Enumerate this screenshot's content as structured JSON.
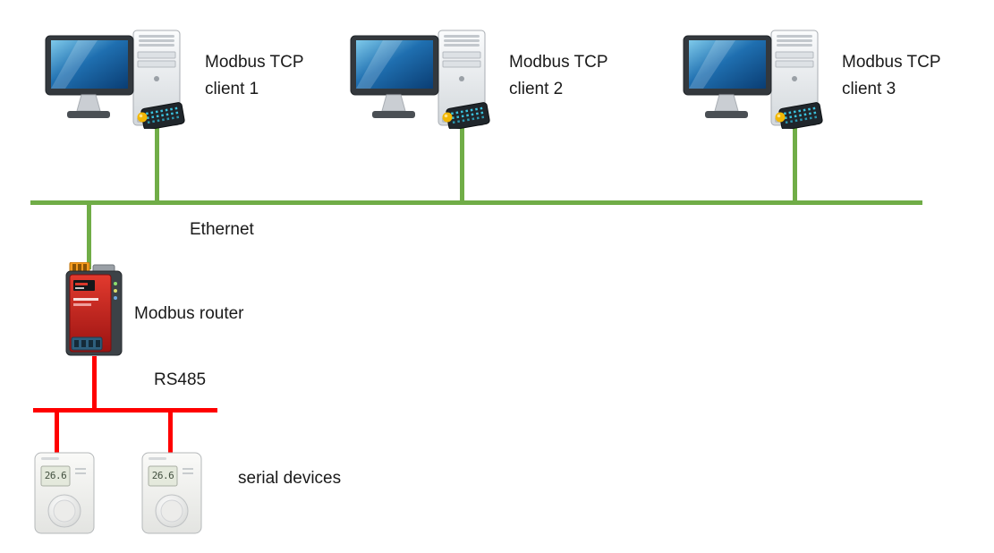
{
  "diagram": {
    "clients": [
      {
        "label": "Modbus TCP\nclient 1"
      },
      {
        "label": "Modbus TCP\nclient 2"
      },
      {
        "label": "Modbus TCP\nclient 3"
      }
    ],
    "ethernet": {
      "label": "Ethernet"
    },
    "router": {
      "label": "Modbus router"
    },
    "rs485": {
      "label": "RS485"
    },
    "serial": {
      "label": "serial devices"
    },
    "thermostats": [
      {
        "display": "26.6"
      },
      {
        "display": "26.6"
      }
    ],
    "colors": {
      "ethernet_bus": "#70AD47",
      "serial_bus": "#FF0000",
      "text": "#1A1A1A"
    }
  }
}
